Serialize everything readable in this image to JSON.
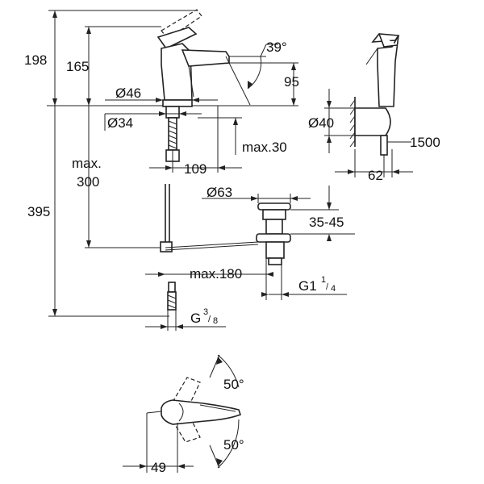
{
  "labels": {
    "d198": "198",
    "d165": "165",
    "angle39": "39°",
    "d95": "95",
    "dia46": "Ø46",
    "dia34": "Ø34",
    "max30": "max.30",
    "d109": "109",
    "max300_a": "max.",
    "max300_b": "300",
    "d395": "395",
    "dia63": "Ø63",
    "d3545": "35-45",
    "max180": "max.180",
    "g114_main": "G1",
    "g114_frac_num": "1",
    "g114_frac_den": "4",
    "g38_main": "G",
    "g38_frac_num": "3",
    "g38_frac_den": "8",
    "dia40": "Ø40",
    "d1500": "1500",
    "d62": "62",
    "angle50_top": "50°",
    "angle50_bot": "50°",
    "d49": "49"
  }
}
